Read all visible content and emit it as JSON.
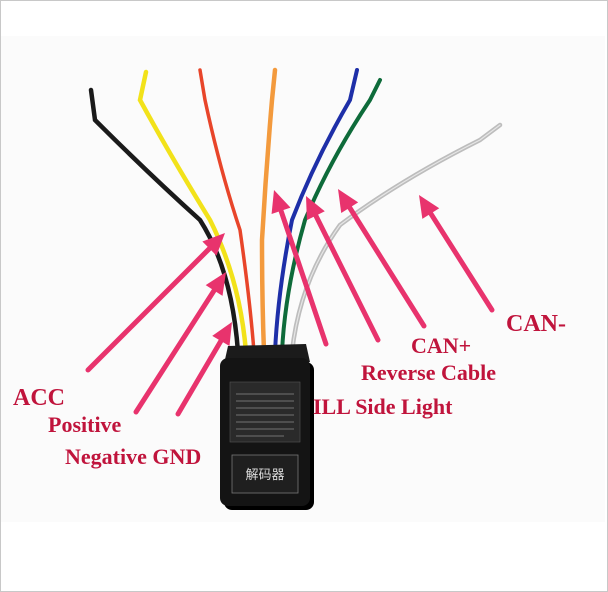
{
  "labels": {
    "acc": "ACC",
    "positive": "Positive",
    "negative_gnd": "Negative GND",
    "ill_side_light": "ILL Side Light",
    "reverse_cable": "Reverse Cable",
    "can_plus": "CAN+",
    "can_minus": "CAN-"
  },
  "module": {
    "chinese_label": "解码器"
  },
  "colors": {
    "label_text": "#c0143c",
    "arrow": "#e8336d",
    "wire_black": "#1a1a1a",
    "wire_yellow": "#f2e21a",
    "wire_red": "#e8452a",
    "wire_orange": "#f39a3d",
    "wire_blue": "#1e2fa8",
    "wire_green": "#0e6b3a",
    "wire_white": "#e6e6e6",
    "module_body": "#141414"
  }
}
